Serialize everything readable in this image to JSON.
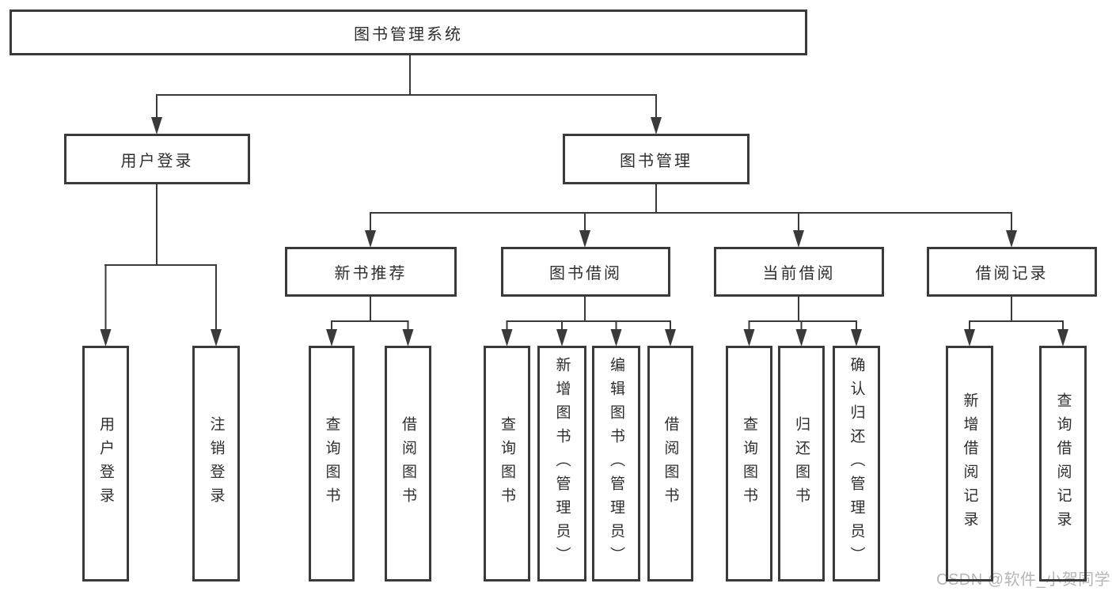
{
  "diagram": {
    "root": {
      "label": "图书管理系统"
    },
    "level2": [
      {
        "label": "用户登录",
        "children": [
          {
            "label": "用户登录"
          },
          {
            "label": "注销登录"
          }
        ]
      },
      {
        "label": "图书管理",
        "children": [
          {
            "label": "新书推荐",
            "children": [
              {
                "label": "查询图书"
              },
              {
                "label": "借阅图书"
              }
            ]
          },
          {
            "label": "图书借阅",
            "children": [
              {
                "label": "查询图书"
              },
              {
                "label": "新增图书（管理员）"
              },
              {
                "label": "编辑图书（管理员）"
              },
              {
                "label": "借阅图书"
              }
            ]
          },
          {
            "label": "当前借阅",
            "children": [
              {
                "label": "查询图书"
              },
              {
                "label": "归还图书"
              },
              {
                "label": "确认归还（管理员）"
              }
            ]
          },
          {
            "label": "借阅记录",
            "children": [
              {
                "label": "新增借阅记录"
              },
              {
                "label": "查询借阅记录"
              }
            ]
          }
        ]
      }
    ]
  },
  "watermark": {
    "text": "CSDN @软件_小贺同学",
    "color": "#b6b6b6"
  },
  "colors": {
    "line": "#3a3a3a",
    "box_border": "#3a3a3a",
    "box_fill": "#ffffff",
    "text": "#2e2e2e",
    "background": "#ffffff"
  }
}
